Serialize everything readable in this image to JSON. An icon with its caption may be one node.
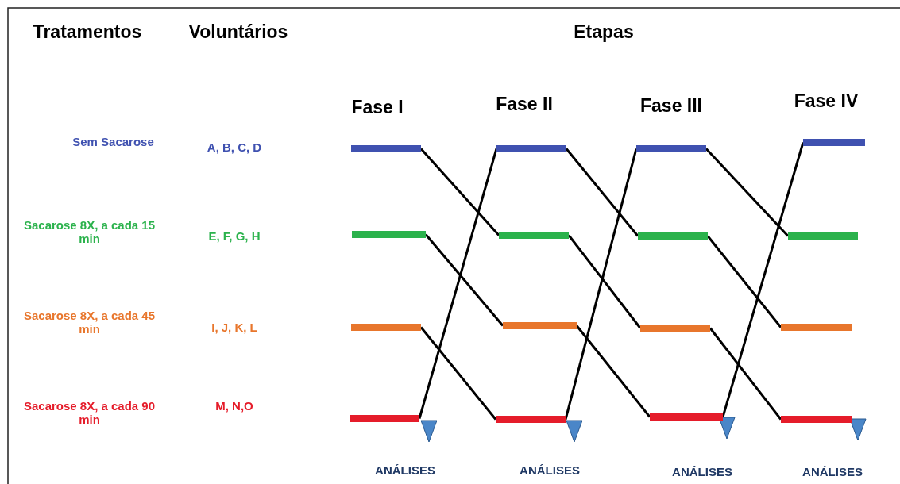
{
  "diagram": {
    "nodes": [
      {
        "text": [],
        "shape": "bar"
      },
      {
        "text": [],
        "shape": "bar"
      },
      {
        "text": [],
        "shape": "bar"
      },
      {
        "text": [],
        "shape": "bar"
      },
      {
        "text": [],
        "shape": "bar"
      },
      {
        "text": [],
        "shape": "bar"
      },
      {
        "text": [],
        "shape": "bar"
      },
      {
        "text": [],
        "shape": "bar"
      },
      {
        "text": [],
        "shape": "bar"
      },
      {
        "text": [],
        "shape": "bar"
      },
      {
        "text": [],
        "shape": "bar"
      },
      {
        "text": [],
        "shape": "bar"
      },
      {
        "text": [],
        "shape": "bar"
      },
      {
        "text": [],
        "shape": "bar"
      },
      {
        "text": [],
        "shape": "bar"
      },
      {
        "text": [],
        "shape": "bar"
      }
    ],
    "edges": [
      {
        "from": 0,
        "to": 5,
        "arrow": "none"
      },
      {
        "from": 1,
        "to": 6,
        "arrow": "none"
      },
      {
        "from": 2,
        "to": 7,
        "arrow": "none"
      },
      {
        "from": 3,
        "to": 4,
        "arrow": "none"
      },
      {
        "from": 4,
        "to": 9,
        "arrow": "none"
      },
      {
        "from": 5,
        "to": 10,
        "arrow": "none"
      },
      {
        "from": 6,
        "to": 11,
        "arrow": "none"
      },
      {
        "from": 7,
        "to": 8,
        "arrow": "none"
      },
      {
        "from": 8,
        "to": 13,
        "arrow": "none"
      },
      {
        "from": 9,
        "to": 14,
        "arrow": "none"
      },
      {
        "from": 10,
        "to": 15,
        "arrow": "none"
      },
      {
        "from": 11,
        "to": 12,
        "arrow": "none"
      }
    ],
    "labels": [
      "Tratamentos",
      "Voluntários",
      "Etapas",
      "Fase I",
      "Fase II",
      "Fase III",
      "Fase IV",
      "Sem Sacarose",
      "A, B, C, D",
      "Sacarose 8X, a cada 15 min",
      "E, F, G, H",
      "Sacarose 8X, a cada 45 min",
      "I, J, K, L",
      "Sacarose 8X, a cada 90 min",
      "M, N,O",
      "ANÁLISES",
      "ANÁLISES",
      "ANÁLISES",
      "ANÁLISES"
    ]
  }
}
